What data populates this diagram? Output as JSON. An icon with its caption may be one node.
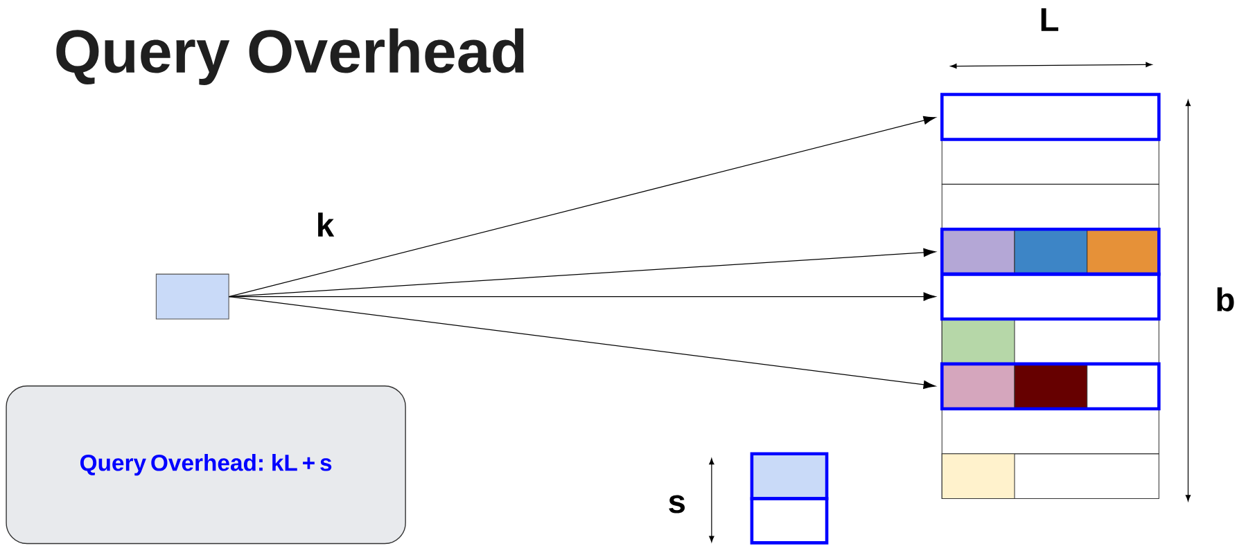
{
  "diagram": {
    "title": "Query Overhead",
    "nodes": [
      {
        "text": [],
        "shape": "box"
      },
      {
        "text": [],
        "shape": "box"
      },
      {
        "text": [],
        "shape": "box"
      },
      {
        "text": [],
        "shape": "box"
      },
      {
        "text": [],
        "shape": "box"
      },
      {
        "text": [
          "Query Overhead: kL + s"
        ]
      }
    ],
    "edges": [
      {
        "from": 0,
        "to": 1,
        "arrow": "to"
      },
      {
        "from": 0,
        "to": 2,
        "arrow": "to"
      },
      {
        "from": 0,
        "to": 3,
        "arrow": "to"
      },
      {
        "from": 0,
        "to": 4,
        "arrow": "to"
      }
    ],
    "labels": [
      "L",
      "b",
      "k",
      "s"
    ]
  }
}
